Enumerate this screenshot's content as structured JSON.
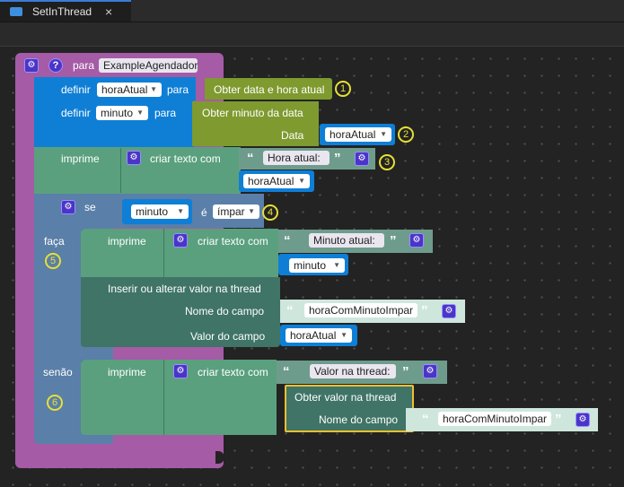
{
  "tab": {
    "title": "SetInThread",
    "close": "×"
  },
  "procedure": {
    "keyword": "para",
    "name": "ExampleAgendador",
    "help": "?"
  },
  "block1": {
    "label": "definir",
    "var": "horaAtual",
    "to": "para",
    "value_label": "Obter data e hora atual",
    "marker": "1"
  },
  "block2": {
    "label": "definir",
    "var": "minuto",
    "to": "para",
    "value_label": "Obter minuto da data",
    "data_label": "Data",
    "data_var": "horaAtual",
    "marker": "2"
  },
  "block3": {
    "label": "imprime",
    "join_label": "criar texto com",
    "text": "Hora atual:",
    "var": "horaAtual",
    "marker": "3"
  },
  "if_block": {
    "se": "se",
    "var": "minuto",
    "e": "é",
    "cond": "ímpar",
    "marker": "4",
    "faca": "faça",
    "faca_marker": "5",
    "senao": "senão",
    "senao_marker": "6"
  },
  "print_then": {
    "label": "imprime",
    "join_label": "criar texto com",
    "text": "Minuto atual:",
    "var": "minuto"
  },
  "thread_set": {
    "label": "Inserir ou alterar valor na thread",
    "field_label": "Nome do campo",
    "field_value": "horaComMinutoImpar",
    "value_label": "Valor do campo",
    "value_var": "horaAtual"
  },
  "print_else": {
    "label": "imprime",
    "join_label": "criar texto com",
    "text": "Valor na thread:",
    "get_label": "Obter valor na thread",
    "field_label": "Nome do campo",
    "field_value": "horaComMinutoImpar"
  },
  "colors": {
    "purple": "#a55ba5",
    "blue": "#0f7fd6",
    "olive": "#7f9a2f",
    "teal": "#5aa07e",
    "slate": "#5a7fa8",
    "darkteal": "#3f7466",
    "text_block": "#6e9c8c",
    "highlight": "#f0c030"
  }
}
